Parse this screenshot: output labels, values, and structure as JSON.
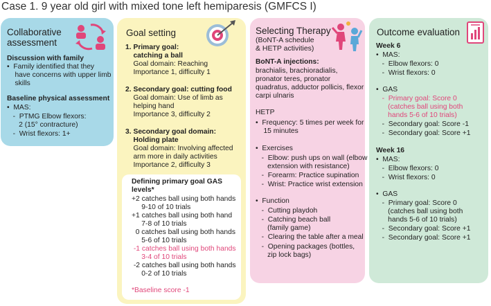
{
  "title": "Case 1. 9 year old girl with mixed tone left hemiparesis (GMFCS I)",
  "colors": {
    "blue_card": "#a8d9e8",
    "yellow_card": "#fbf4bf",
    "pink_card": "#f7d3e4",
    "green_card": "#cfe9d8",
    "highlight": "#e0467a"
  },
  "collab": {
    "heading1": "Collaborative",
    "heading2": "assessment",
    "icon": "people-cycle-icon",
    "lines": [
      "Discussion with family",
      "•  Family identified that they",
      "    have concerns with upper limb",
      "    skills",
      "Baseline physical assessment",
      "•  MAS:",
      "   -  PTMG Elbow flexors:",
      "      2 (15° contracture)",
      "   -  Wrist flexors: 1+"
    ]
  },
  "goal": {
    "heading": "Goal setting",
    "icon": "target-icon",
    "lines": [
      "1. Primary goal:",
      "    catching a ball",
      "    Goal domain: Reaching",
      "    Importance 1, difficulty 1",
      "2. Secondary goal: cutting food",
      "    Goal domain: Use of limb as",
      "    helping hand",
      "    Importance 3, difficulty 2",
      "3. Secondary goal domain:",
      "    Holding plate",
      "    Goal domain: Involving affected",
      "    arm more in daily activities",
      "    Importance 2, difficulty 3"
    ],
    "gas": [
      "Defining primary goal GAS",
      "levels*",
      "+2 catches ball using both hands",
      "     9-10 of 10 trials",
      "+1 catches ball using both hand",
      "     7-8 of 10 trials",
      "  0 catches ball using both hands",
      "     5-6 of 10 trials",
      " -1 catches ball using both hands",
      "     3-4 of 10 trials",
      " -2 catches ball using both hands",
      "     0-2 of 10 trials",
      "*Baseline score -1"
    ]
  },
  "therapy": {
    "heading": "Selecting Therapy",
    "subheading1": "(BoNT-A schedule",
    "subheading2": "& HETP activities)",
    "icon": "kids-playing-icon",
    "lines": [
      "BoNT-A injections:",
      "brachialis, brachioradialis,",
      "pronator teres, pronator",
      "quadratus, adductor pollicis, flexor",
      "carpi ulnaris",
      "HETP",
      "•  Frequency: 5 times per week for",
      "    15 minutes",
      "•  Exercises",
      "   -  Elbow: push ups on wall (elbow",
      "      extension with resistance)",
      "   -  Forearm: Practice supination",
      "   -  Wrist: Practice wrist extension",
      "•  Function",
      "   -  Cutting playdoh",
      "   -  Catching beach ball",
      "      (family game)",
      "   -  Clearing the table after a meal",
      "   -  Opening packages (bottles,",
      "      zip lock bags)"
    ]
  },
  "outcome": {
    "heading": "Outcome evaluation",
    "icon": "report-chart-icon",
    "lines": [
      "Week 6",
      "•  MAS:",
      "   -  Elbow flexors: 0",
      "   -  Wrist flexors: 0",
      "•  GAS",
      "   -  Primary goal: Score 0",
      "      (catches ball using both",
      "      hands 5-6 of 10 trials)",
      "   -  Secondary goal: Score -1",
      "   -  Secondary goal: Score +1",
      "Week 16",
      "•  MAS:",
      "   -  Elbow flexors: 0",
      "   -  Wrist flexors: 0",
      "•  GAS",
      "   -  Primary goal: Score 0",
      "      (catches ball using both",
      "      hands 5-6 of 10 trials)",
      "   -  Secondary goal: Score +1",
      "   -  Secondary goal: Score +1"
    ]
  }
}
